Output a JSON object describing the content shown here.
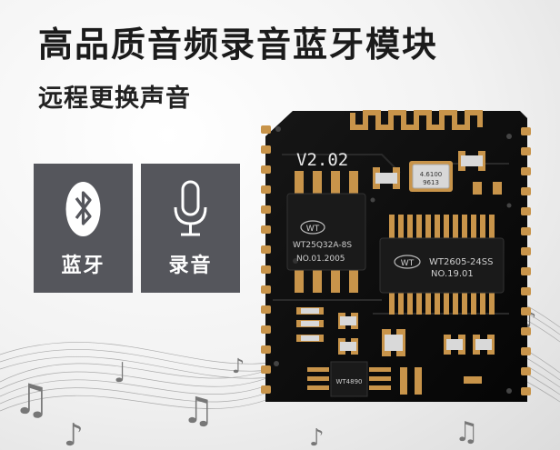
{
  "header": {
    "title": "高品质音频录音蓝牙模块",
    "subtitle": "远程更换声音"
  },
  "features": [
    {
      "label": "蓝牙",
      "icon": "bluetooth-icon"
    },
    {
      "label": "录音",
      "icon": "microphone-icon"
    }
  ],
  "board": {
    "version": "V2.02",
    "chip1": {
      "logo": "WT",
      "model": "WT25Q32A-8S",
      "batch": "NO.01.2005"
    },
    "chip2": {
      "logo": "WT",
      "model": "WT2605-24SS",
      "batch": "NO.19.01"
    },
    "crystal": "4.6100\n9613",
    "small_chip": "WT4890"
  },
  "colors": {
    "feature_bg": "#55565c",
    "pcb": "#0b0b0b",
    "gold": "#c8944a"
  }
}
